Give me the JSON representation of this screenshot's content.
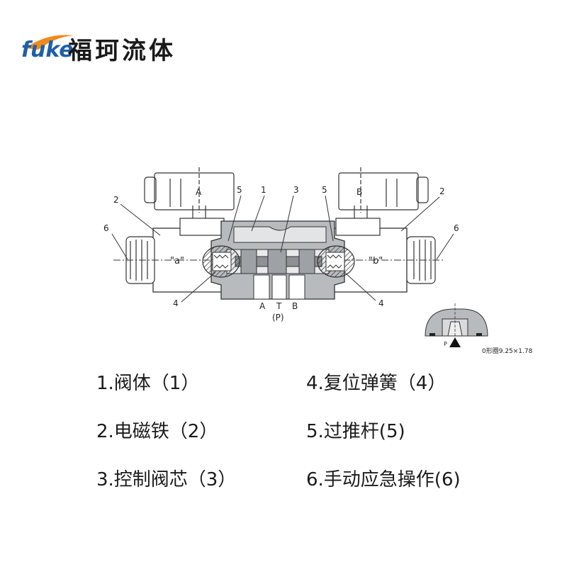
{
  "brand": {
    "logo_text": "fuke",
    "name": "福珂流体"
  },
  "diagram": {
    "callouts": [
      "1",
      "2",
      "2",
      "3",
      "4",
      "4",
      "5",
      "5",
      "6",
      "6"
    ],
    "coil_a": "A",
    "coil_b": "B",
    "solenoid_a": "\"a\"",
    "solenoid_b": "\"b\"",
    "ports": [
      "A",
      "T",
      "B"
    ],
    "port_p": "(P)",
    "detail_port": "P",
    "oring_note": "0形圈9.25×1.78"
  },
  "legend": [
    "1.阀体（1）",
    "2.电磁铁（2）",
    "3.控制阀芯（3）",
    "4.复位弹簧（4）",
    "5.过推杆(5)",
    "6.手动应急操作(6)"
  ],
  "colors": {
    "brand_blue": "#1f5fa8",
    "brand_orange": "#f08a1c",
    "body_gray": "#b8bbbe",
    "dark_gray": "#505458"
  }
}
